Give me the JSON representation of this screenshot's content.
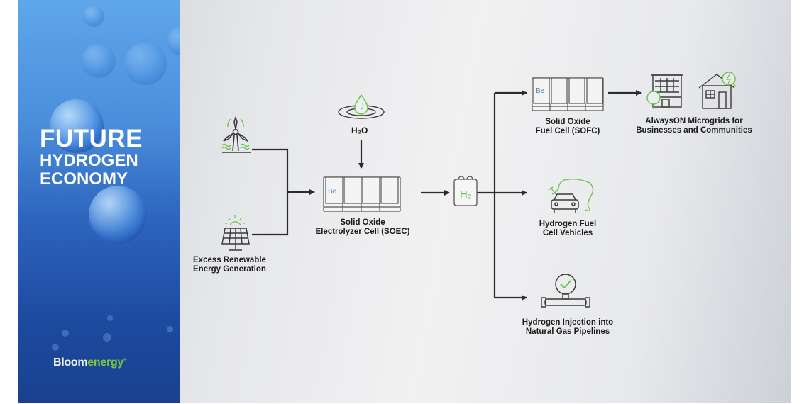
{
  "sidebar": {
    "title_line1": "FUTURE",
    "title_line2": "HYDROGEN",
    "title_line3": "ECONOMY",
    "logo_bold": "Bloom",
    "logo_light": "energy",
    "logo_mark": "®"
  },
  "diagram": {
    "colors": {
      "accent_green": "#6cc24a",
      "line": "#2b2b2b",
      "panel_blue": "#2d64bd"
    },
    "nodes": {
      "renewables": {
        "label_line1": "Excess Renewable",
        "label_line2": "Energy Generation",
        "icons": [
          "wind-turbine-icon",
          "solar-panel-icon"
        ]
      },
      "water": {
        "label": "H₂O",
        "icon": "water-drop-icon"
      },
      "soec": {
        "label_line1": "Solid Oxide",
        "label_line2": "Electrolyzer Cell (SOEC)",
        "badge": "Be"
      },
      "hydrogen": {
        "label": "H₂",
        "icon": "hydrogen-tank-icon"
      },
      "sofc": {
        "label_line1": "Solid Oxide",
        "label_line2": "Fuel Cell (SOFC)",
        "badge": "Be"
      },
      "microgrids": {
        "label_line1": "AlwaysON Microgrids for",
        "label_line2": "Businesses and Communities",
        "icons": [
          "building-icon",
          "house-icon"
        ]
      },
      "vehicles": {
        "label_line1": "Hydrogen Fuel",
        "label_line2": "Cell Vehicles",
        "icon": "car-plug-icon"
      },
      "pipelines": {
        "label_line1": "Hydrogen Injection into",
        "label_line2": "Natural Gas Pipelines",
        "icon": "pipeline-gauge-icon"
      }
    },
    "edges": [
      {
        "from": "renewables",
        "to": "soec"
      },
      {
        "from": "water",
        "to": "soec"
      },
      {
        "from": "soec",
        "to": "hydrogen"
      },
      {
        "from": "hydrogen",
        "to": "sofc"
      },
      {
        "from": "hydrogen",
        "to": "vehicles"
      },
      {
        "from": "hydrogen",
        "to": "pipelines"
      },
      {
        "from": "sofc",
        "to": "microgrids"
      }
    ]
  }
}
